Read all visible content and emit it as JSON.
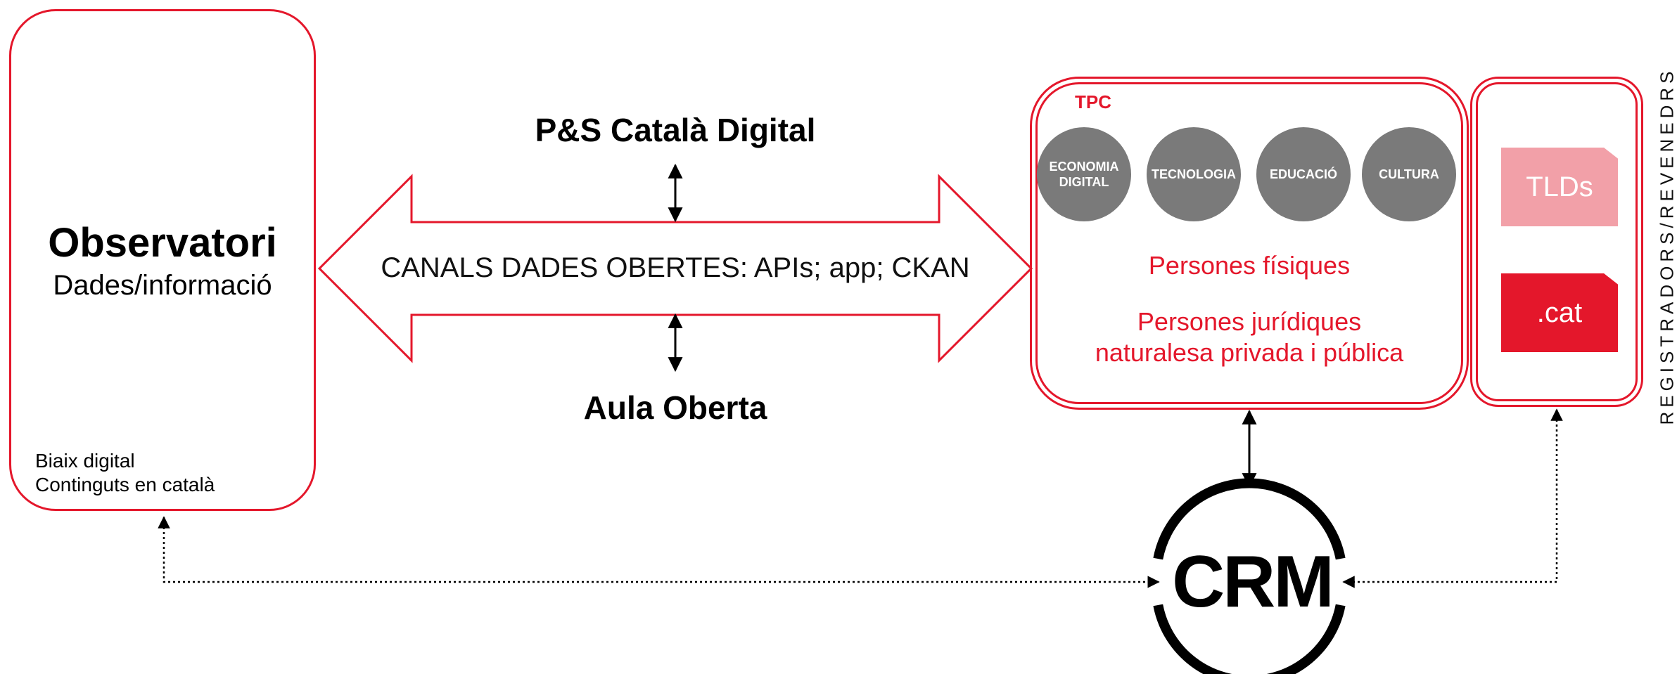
{
  "observatori": {
    "title": "Observatori",
    "subtitle": "Dades/informació",
    "notes": [
      "Biaix digital",
      "Continguts en català"
    ]
  },
  "center": {
    "top_label": "P&S Català Digital",
    "arrow_label": "CANALS DADES OBERTES: APIs; app; CKAN",
    "bottom_label": "Aula Oberta"
  },
  "tpc": {
    "label": "TPC",
    "circles": [
      "ECONOMIA DIGITAL",
      "TECNOLOGIA",
      "EDUCACIÓ",
      "CULTURA"
    ],
    "persones_fisiques": "Persones físiques",
    "persones_juridiques_line1": "Persones jurídiques",
    "persones_juridiques_line2": "naturalesa privada i pública"
  },
  "registradors": {
    "tags": [
      "TLDs",
      ".cat"
    ],
    "vertical_label": "REGISTRADORS/REVENEDRS"
  },
  "crm": {
    "label": "CRM"
  },
  "colors": {
    "accent_red": "#e4172b",
    "light_red": "#f2a0a8",
    "circle_gray": "#7a7a7a"
  }
}
